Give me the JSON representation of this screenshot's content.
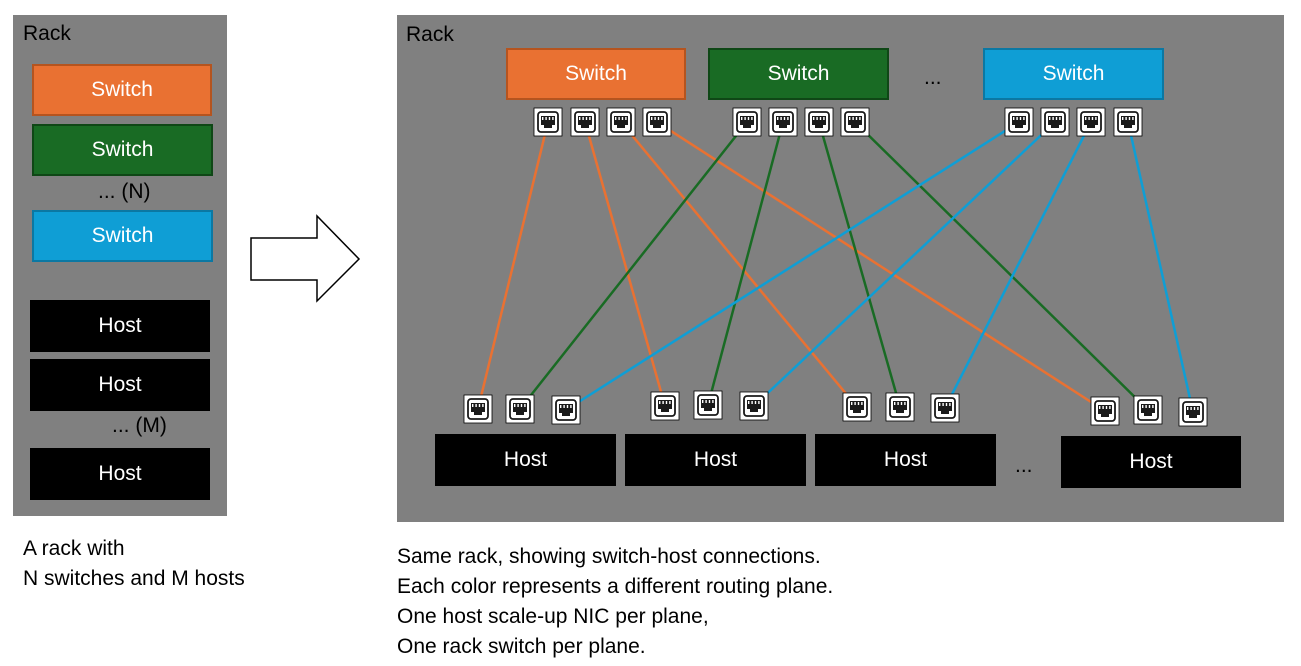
{
  "left_rack": {
    "label": "Rack",
    "switches": [
      {
        "label": "Switch",
        "color": "orange"
      },
      {
        "label": "Switch",
        "color": "green"
      },
      {
        "label": "Switch",
        "color": "blue"
      }
    ],
    "switch_ellipsis": "... (N)",
    "hosts": [
      "Host",
      "Host",
      "Host"
    ],
    "host_ellipsis": "... (M)",
    "caption": [
      "A rack with",
      "N switches and M hosts"
    ]
  },
  "right_rack": {
    "label": "Rack",
    "switches": [
      {
        "label": "Switch",
        "color": "orange"
      },
      {
        "label": "Switch",
        "color": "green"
      },
      {
        "label": "Switch",
        "color": "blue"
      }
    ],
    "switch_ellipsis": "...",
    "hosts": [
      "Host",
      "Host",
      "Host",
      "Host"
    ],
    "host_ellipsis": "...",
    "caption": [
      "Same rack, showing switch-host connections.",
      "Each color represents a different routing plane.",
      "One host scale-up NIC per plane,",
      "One rack switch per plane."
    ]
  },
  "colors": {
    "orange": "#e97132",
    "green": "#196b24",
    "blue": "#0f9ed5",
    "rack": "#808080",
    "host": "#000000"
  },
  "icons": {
    "port": "ethernet-port-icon",
    "transition": "right-arrow-icon"
  }
}
